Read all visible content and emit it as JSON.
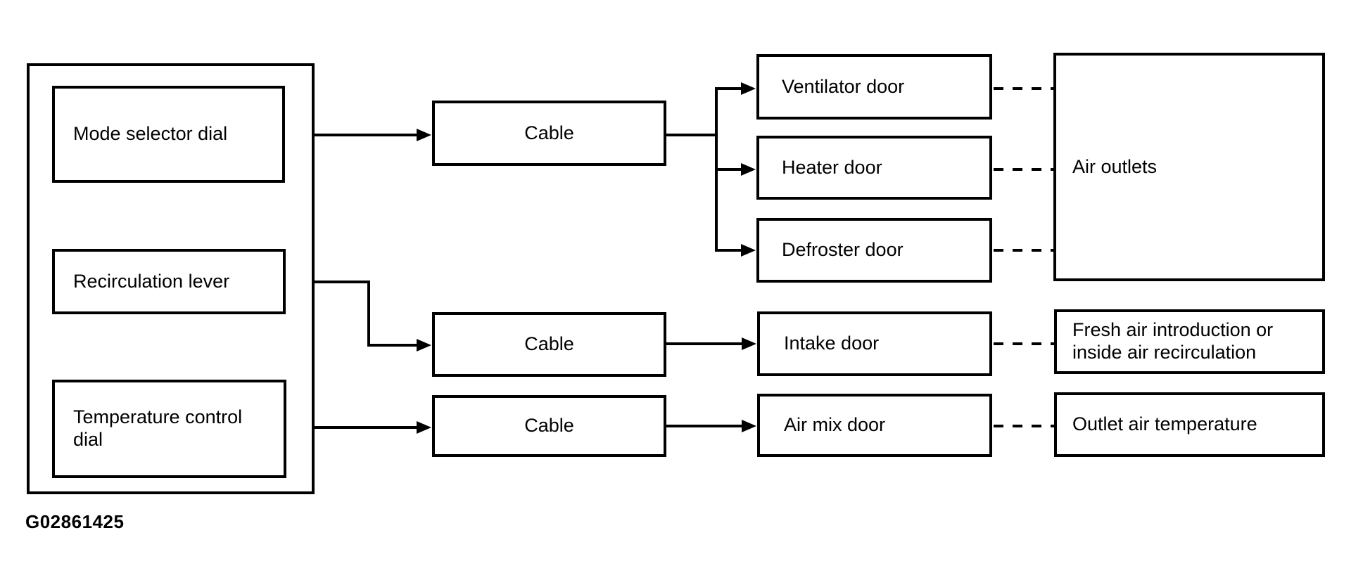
{
  "figure_id": "G02861425",
  "controls": [
    {
      "label": "Mode selector dial"
    },
    {
      "label": "Recirculation lever"
    },
    {
      "label": "Temperature control dial"
    }
  ],
  "cables": [
    {
      "label": "Cable"
    },
    {
      "label": "Cable"
    },
    {
      "label": "Cable"
    }
  ],
  "doors": [
    {
      "label": "Ventilator door"
    },
    {
      "label": "Heater door"
    },
    {
      "label": "Defroster door"
    },
    {
      "label": "Intake door"
    },
    {
      "label": "Air mix door"
    }
  ],
  "outputs": [
    {
      "label": "Air outlets"
    },
    {
      "label": "Fresh air introduction or inside air recirculation"
    },
    {
      "label": "Outlet air temperature"
    }
  ],
  "colors": {
    "line": "#000000",
    "background": "#ffffff"
  }
}
